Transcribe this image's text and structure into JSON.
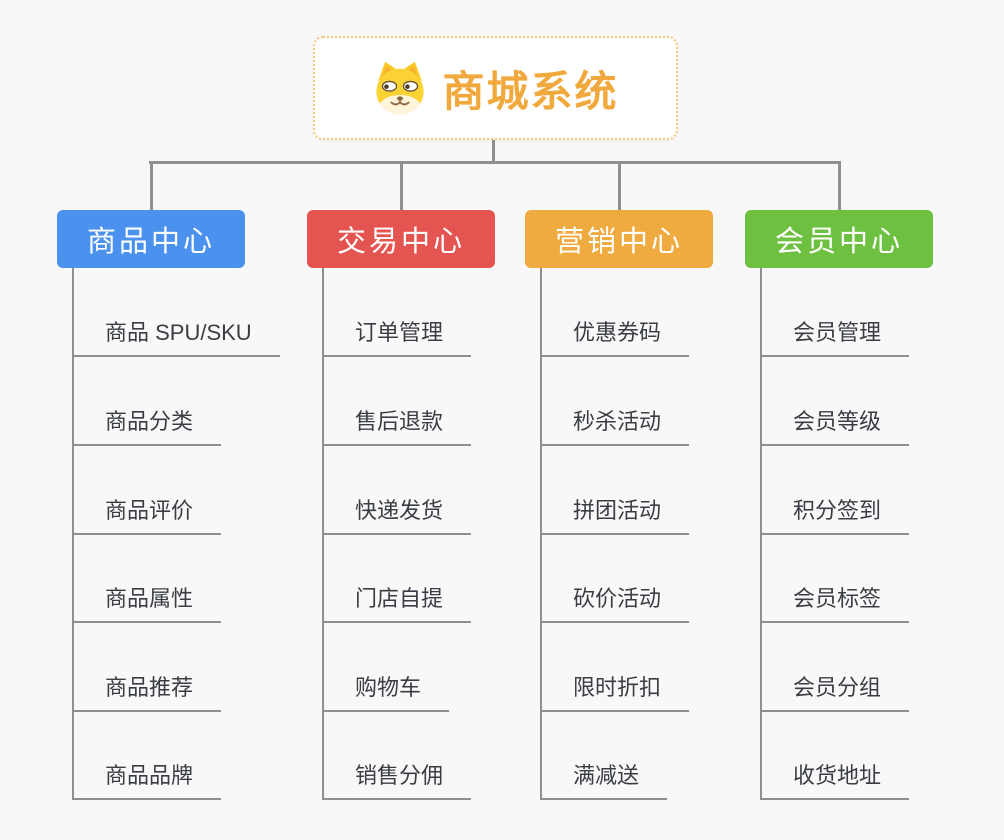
{
  "canvas": {
    "background": "#f8f8f8",
    "line_color": "#8f8f8f"
  },
  "root": {
    "label": "商城系统",
    "icon": "dog-face-icon",
    "text_color": "#f1a83c",
    "border_color": "#f5c87d",
    "background": "#ffffff"
  },
  "branches": [
    {
      "id": "product-center",
      "label": "商品中心",
      "color": "#4b92ee",
      "children": [
        "商品 SPU/SKU",
        "商品分类",
        "商品评价",
        "商品属性",
        "商品推荐",
        "商品品牌"
      ]
    },
    {
      "id": "trade-center",
      "label": "交易中心",
      "color": "#e45551",
      "children": [
        "订单管理",
        "售后退款",
        "快递发货",
        "门店自提",
        "购物车",
        "销售分佣"
      ]
    },
    {
      "id": "marketing-center",
      "label": "营销中心",
      "color": "#efab3f",
      "children": [
        "优惠券码",
        "秒杀活动",
        "拼团活动",
        "砍价活动",
        "限时折扣",
        "满减送"
      ]
    },
    {
      "id": "member-center",
      "label": "会员中心",
      "color": "#6ec041",
      "children": [
        "会员管理",
        "会员等级",
        "积分签到",
        "会员标签",
        "会员分组",
        "收货地址"
      ]
    }
  ]
}
